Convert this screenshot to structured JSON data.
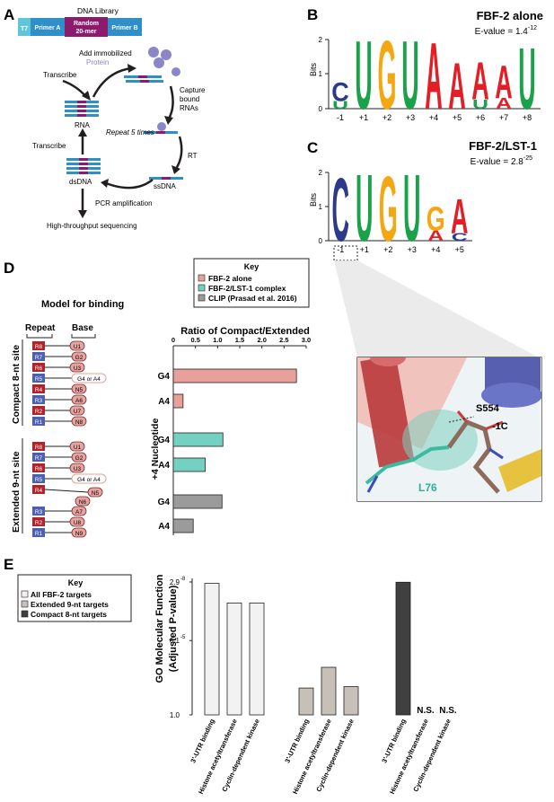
{
  "panels": {
    "A": "A",
    "B": "B",
    "C": "C",
    "D": "D",
    "E": "E"
  },
  "colors": {
    "blue": "#2e8fc9",
    "purple": "#8d1b6d",
    "teal": "#4cbfc3",
    "pink": "#e8a19a",
    "mint": "#74d1c1",
    "grey": "#9b9b9b",
    "logoU": "#1aa24a",
    "logoG": "#f5a712",
    "logoA": "#e21f26",
    "logoC": "#2d3a8c",
    "lightgrey": "#f2f2f2",
    "midgrey": "#c6c0b9",
    "dark": "#404040",
    "repeatDark": "#b0232c",
    "repeatBlue": "#4c5fb0",
    "baseFill": "#e6a39f"
  },
  "panelA": {
    "t7": "T7",
    "library_title": "DNA Library",
    "primer_a": "Primer A",
    "random_line1": "Random",
    "random_line2": "20-mer",
    "primer_b": "Primer B",
    "add_line1": "Add immobilized",
    "add_line2": "Protein",
    "capture_line1": "Capture",
    "capture_line2": "bound",
    "capture_line3": "RNAs",
    "transcribe_top": "Transcribe",
    "transcribe_left": "Transcribe",
    "rna": "RNA",
    "repeat": "Repeat 5 times",
    "rt": "RT",
    "dsdna": "dsDNA",
    "ssdna": "ssDNA",
    "pcr": "PCR amplification",
    "hts": "High-throughput sequencing"
  },
  "panelB": {
    "title": "FBF-2 alone",
    "evalue_prefix": "E-value = 1.4",
    "evalue_exp": "-12",
    "ylabel": "Bits",
    "yticks": [
      "0",
      "1",
      "2"
    ],
    "positions": [
      "-1",
      "+1",
      "+2",
      "+3",
      "+4",
      "+5",
      "+6",
      "+7",
      "+8"
    ],
    "letters": [
      "C",
      "U",
      "G",
      "U",
      "A",
      "A",
      "A",
      "A",
      "U"
    ],
    "small_letters": [
      "U",
      "",
      "",
      "",
      "",
      "",
      "U",
      "A",
      ""
    ]
  },
  "panelC": {
    "title": "FBF-2/LST-1",
    "evalue_prefix": "E-value = 2.8",
    "evalue_exp": "-25",
    "ylabel": "Bits",
    "yticks": [
      "0",
      "1",
      "2"
    ],
    "positions": [
      "-1",
      "+1",
      "+2",
      "+3",
      "+4",
      "+5"
    ],
    "letters": [
      "C",
      "U",
      "G",
      "U",
      "G",
      "A"
    ],
    "small_letters": [
      "",
      "",
      "",
      "",
      "A",
      "C"
    ]
  },
  "panelD": {
    "model_title": "Model for binding",
    "repeat_header": "Repeat",
    "base_header": "Base",
    "compact_label": "Compact 8-nt site",
    "extended_label": "Extended 9-nt site",
    "compact_rows": [
      {
        "repeat": "R8",
        "base": "U1"
      },
      {
        "repeat": "R7",
        "base": "G2"
      },
      {
        "repeat": "R6",
        "base": "U3"
      },
      {
        "repeat": "R5",
        "base": "G4 or A4"
      },
      {
        "repeat": "R4",
        "base": "N5"
      },
      {
        "repeat": "R3",
        "base": "A6"
      },
      {
        "repeat": "R2",
        "base": "U7"
      },
      {
        "repeat": "R1",
        "base": "N8"
      }
    ],
    "extended_rows": [
      {
        "repeat": "R8",
        "base": "U1"
      },
      {
        "repeat": "R7",
        "base": "G2"
      },
      {
        "repeat": "R6",
        "base": "U3"
      },
      {
        "repeat": "R5",
        "base": "G4 or A4"
      },
      {
        "repeat": "R4",
        "base": "N5"
      },
      {
        "repeat": "R3",
        "base": "A7"
      },
      {
        "repeat": "R2",
        "base": "U8"
      },
      {
        "repeat": "R1",
        "base": "N9"
      }
    ],
    "extended_extra": "N6",
    "key_title": "Key",
    "key_items": [
      "FBF-2 alone",
      "FBF-2/LST-1 complex",
      "CLIP (Prasad et al. 2016)"
    ],
    "struct_labels": {
      "s554": "S554",
      "minus1c": "-1C",
      "l76": "L76"
    }
  },
  "chart_data": [
    {
      "type": "bar",
      "orientation": "horizontal",
      "title": "Ratio of Compact/Extended",
      "ylabel": "+4 Nucleotide",
      "xticks": [
        "0",
        "0.5",
        "1.0",
        "1.5",
        "2.0",
        "2.5",
        "3.0"
      ],
      "xlim": [
        0,
        3.0
      ],
      "categories": [
        "G4",
        "A4",
        "G4",
        "A4",
        "G4",
        "A4"
      ],
      "series": [
        {
          "name": "FBF-2 alone",
          "values": [
            2.78,
            0.22
          ]
        },
        {
          "name": "FBF-2/LST-1 complex",
          "values": [
            1.12,
            0.72
          ]
        },
        {
          "name": "CLIP (Prasad et al. 2016)",
          "values": [
            1.1,
            0.45
          ]
        }
      ]
    },
    {
      "type": "bar",
      "title": "",
      "ylabel_line1": "GO Molecular Function",
      "ylabel_line2": "(Adjusted P-value)",
      "y_scale": "log",
      "yticks": [
        {
          "base": "2.9",
          "exp": "-8"
        },
        {
          "base": "6.1",
          "exp": "-5"
        },
        {
          "base": "1.0",
          "exp": ""
        }
      ],
      "categories": [
        "3'-UTR binding",
        "Histone acetyltransferase",
        "Cyclin-dependent kinase"
      ],
      "series": [
        {
          "name": "All FBF-2 targets",
          "values": [
            3.5e-08,
            4.5e-07,
            4.5e-07
          ]
        },
        {
          "name": "Extended 9-nt targets",
          "values": [
            0.03,
            0.002,
            0.025
          ]
        },
        {
          "name": "Compact 8-nt targets",
          "values": [
            3e-08,
            null,
            null
          ]
        }
      ],
      "ns_label": "N.S.",
      "key_title": "Key",
      "key_items": [
        "All FBF-2 targets",
        "Extended 9-nt targets",
        "Compact 8-nt targets"
      ]
    }
  ]
}
